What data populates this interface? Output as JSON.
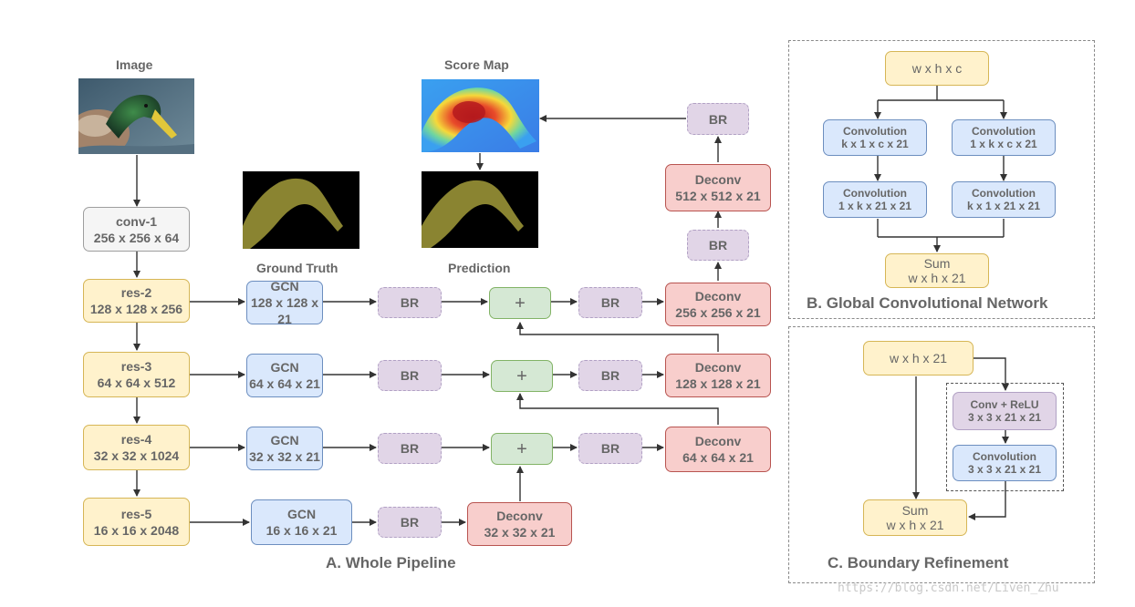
{
  "pipeline": {
    "title": "A. Whole Pipeline",
    "image_label": "Image",
    "ground_truth_label": "Ground Truth",
    "score_map_label": "Score Map",
    "prediction_label": "Prediction",
    "conv1": {
      "name": "conv-1",
      "dims": "256 x 256 x 64"
    },
    "res": [
      {
        "name": "res-2",
        "dims": "128 x 128 x 256"
      },
      {
        "name": "res-3",
        "dims": "64 x 64 x 512"
      },
      {
        "name": "res-4",
        "dims": "32 x 32 x 1024"
      },
      {
        "name": "res-5",
        "dims": "16 x 16 x 2048"
      }
    ],
    "gcn": [
      {
        "name": "GCN",
        "dims": "128 x 128 x 21"
      },
      {
        "name": "GCN",
        "dims": "64 x 64 x 21"
      },
      {
        "name": "GCN",
        "dims": "32 x 32 x 21"
      },
      {
        "name": "GCN",
        "dims": "16 x 16 x 21"
      }
    ],
    "br_label": "BR",
    "plus_label": "+",
    "deconv": [
      {
        "name": "Deconv",
        "dims": "512 x 512 x 21"
      },
      {
        "name": "Deconv",
        "dims": "256 x 256 x 21"
      },
      {
        "name": "Deconv",
        "dims": "128 x 128 x 21"
      },
      {
        "name": "Deconv",
        "dims": "64 x 64 x 21"
      },
      {
        "name": "Deconv",
        "dims": "32 x 32 x 21"
      }
    ]
  },
  "gcn_panel": {
    "title": "B. Global Convolutional Network",
    "input": "w x h x c",
    "conv_name": "Convolution",
    "left_top": "k x 1 x c x 21",
    "right_top": "1 x k x c x 21",
    "left_bottom": "1 x k x 21 x 21",
    "right_bottom": "k x 1 x 21 x 21",
    "sum_name": "Sum",
    "sum_dims": "w x h x 21"
  },
  "br_panel": {
    "title": "C. Boundary Refinement",
    "input": "w x h x 21",
    "conv_relu_name": "Conv + ReLU",
    "conv_relu_dims": "3 x 3 x 21 x 21",
    "conv_name": "Convolution",
    "conv_dims": "3 x 3 x 21 x 21",
    "sum_name": "Sum",
    "sum_dims": "w x h x 21"
  },
  "watermark": "https://blog.csdn.net/Liven_Zhu",
  "colors": {
    "gray": "#f5f5f5",
    "yellow": "#fff2cc",
    "blue": "#dae8fc",
    "purple": "#e1d5e7",
    "green": "#d5e8d4",
    "red": "#f8cecc",
    "olive": "#8a8431",
    "edge": "#333333"
  }
}
